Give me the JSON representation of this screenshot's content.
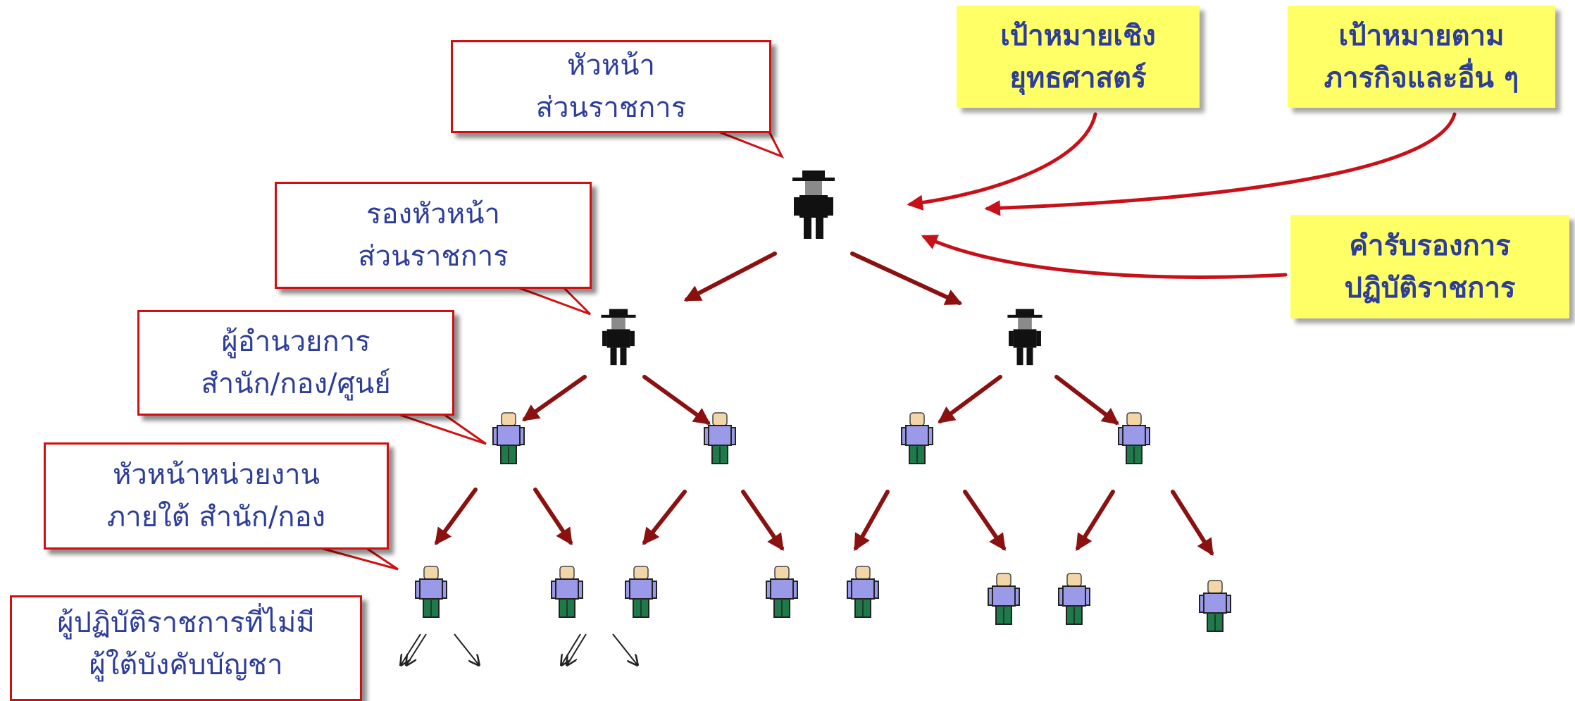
{
  "callouts": {
    "head_of_agency": {
      "line1": "หัวหน้า",
      "line2": "ส่วนราชการ"
    },
    "deputy_head": {
      "line1": "รองหัวหน้า",
      "line2": "ส่วนราชการ"
    },
    "director": {
      "line1": "ผู้อำนวยการ",
      "line2": "สำนัก/กอง/ศูนย์"
    },
    "unit_head": {
      "line1": "หัวหน้าหน่วยงาน",
      "line2": "ภายใต้ สำนัก/กอง"
    },
    "staff_no_subordinates": {
      "line1": "ผู้ปฏิบัติราชการที่ไม่มี",
      "line2": "ผู้ใต้บังคับบัญชา"
    }
  },
  "goals": {
    "strategic": {
      "line1": "เป้าหมายเชิง",
      "line2": "ยุทธศาสตร์"
    },
    "mission": {
      "line1": "เป้าหมายตาม",
      "line2": "ภารกิจและอื่น ๆ"
    },
    "agreement": {
      "line1": "คำรับรองการ",
      "line2": "ปฏิบัติราชการ"
    }
  },
  "colors": {
    "callout_border": "#d01010",
    "callout_text": "#2d3d9a",
    "goal_fill": "#ffff66",
    "arrow_dark_red": "#8b1010",
    "goal_arrow_red": "#c81018",
    "executive_figure": "#111111",
    "staff_shirt": "#9a9ae8",
    "staff_pants": "#1f7a4a",
    "staff_face": "#f2d6a8"
  },
  "hierarchy": {
    "executives_with_hat": 3,
    "directors": 4,
    "unit_heads": 8
  }
}
